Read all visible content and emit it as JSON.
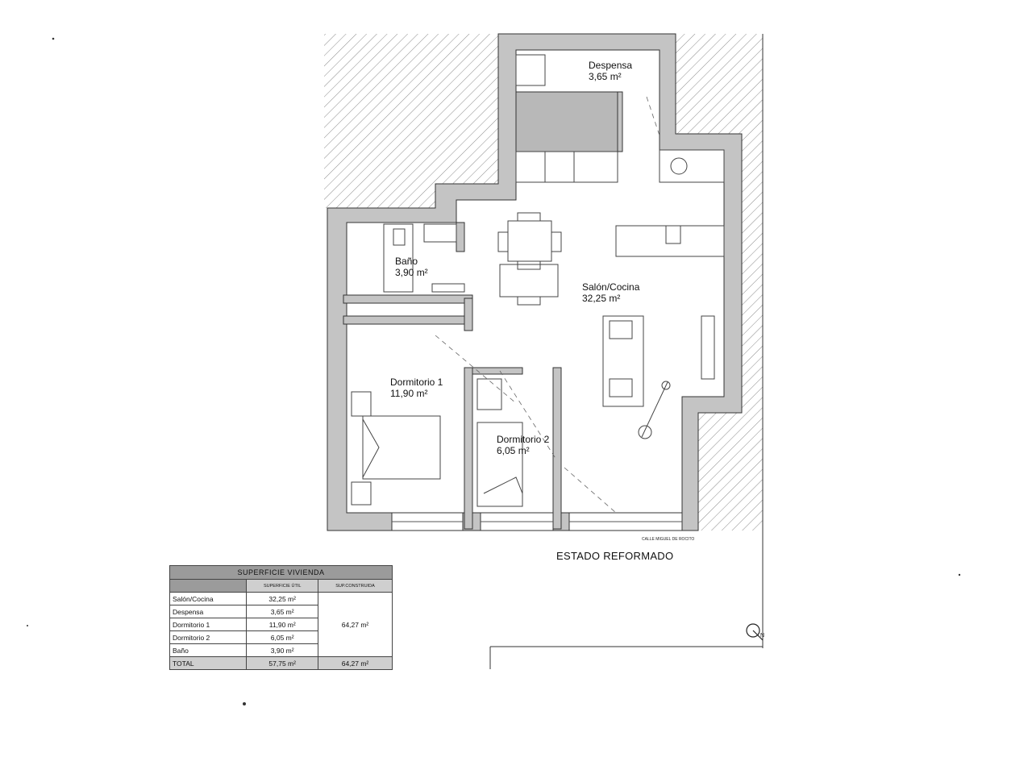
{
  "rooms": {
    "despensa": {
      "name": "Despensa",
      "area": "3,65 m²"
    },
    "bano": {
      "name": "Baño",
      "area": "3,90 m²"
    },
    "salon": {
      "name": "Salón/Cocina",
      "area": "32,25 m²"
    },
    "dorm1": {
      "name": "Dormitorio 1",
      "area": "11,90 m²"
    },
    "dorm2": {
      "name": "Dormitorio 2",
      "area": "6,05 m²"
    }
  },
  "street_label": "CALLE MIGUEL DE ROCITO",
  "plan_state": "ESTADO REFORMADO",
  "north_mark": "N",
  "table": {
    "title": "SUPERFICIE VIVIENDA",
    "col_util": "SUPERFICIE ÚTIL",
    "col_built": "SUP.CONSTRUIDA",
    "rows": [
      {
        "room": "Salón/Cocina",
        "util": "32,25 m²"
      },
      {
        "room": "Despensa",
        "util": "3,65 m²"
      },
      {
        "room": "Dormitorio 1",
        "util": "11,90 m²"
      },
      {
        "room": "Dormitorio 2",
        "util": "6,05 m²"
      },
      {
        "room": "Baño",
        "util": "3,90 m²"
      }
    ],
    "built_merged": "64,27 m²",
    "total_label": "TOTAL",
    "total_util": "57,75 m²",
    "total_built": "64,27 m²"
  },
  "colors": {
    "wall": "#c4c4c4",
    "outline": "#333333",
    "hatch": "#777777",
    "header": "#9b9b9b"
  }
}
